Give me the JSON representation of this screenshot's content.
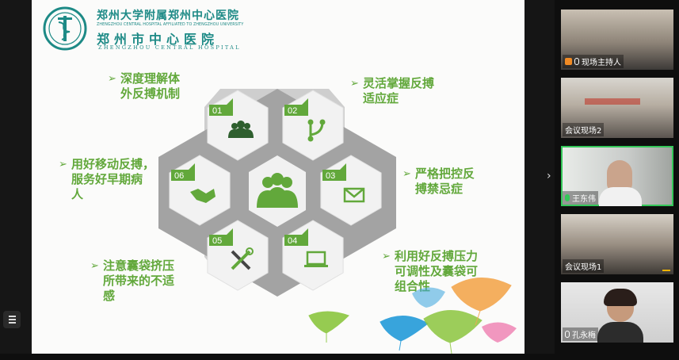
{
  "hospital": {
    "name_cn_top": "郑州大学附属郑州中心医院",
    "name_en_top": "ZHENGZHOU CENTRAL HOSPITAL AFFILIATED TO ZHENGZHOU UNIVERSITY",
    "name_cn_main": "郑州市中心医院",
    "name_en_main": "ZHENGZHOU CENTRAL HOSPITAL"
  },
  "slide": {
    "center_icon": "people-group-icon",
    "hexagons": [
      {
        "num": "01",
        "icon": "people-icon"
      },
      {
        "num": "02",
        "icon": "branch-icon"
      },
      {
        "num": "03",
        "icon": "envelope-icon"
      },
      {
        "num": "04",
        "icon": "laptop-icon"
      },
      {
        "num": "05",
        "icon": "tools-icon"
      },
      {
        "num": "06",
        "icon": "handshake-icon"
      }
    ],
    "items": [
      {
        "lines": [
          "深度理解体",
          "外反搏机制"
        ]
      },
      {
        "lines": [
          "灵活掌握反搏",
          "适应症"
        ]
      },
      {
        "lines": [
          "严格把控反",
          "搏禁忌症"
        ]
      },
      {
        "lines": [
          "利用好反搏压力",
          "可调性及囊袋可",
          "组合性"
        ]
      },
      {
        "lines": [
          "注意囊袋挤压",
          "所带来的不适",
          "感"
        ]
      },
      {
        "lines": [
          "用好移动反搏，",
          "服务好早期病",
          "人"
        ]
      }
    ],
    "accent_color": "#62a83b",
    "hex_grey": "#9b9b9b"
  },
  "participants": [
    {
      "label": "现场主持人",
      "mic": "off"
    },
    {
      "label": "会议现场2",
      "mic": "none"
    },
    {
      "label": "王东伟",
      "mic": "active"
    },
    {
      "label": "会议现场1",
      "mic": "none"
    },
    {
      "label": "孔永梅",
      "mic": "off"
    }
  ]
}
